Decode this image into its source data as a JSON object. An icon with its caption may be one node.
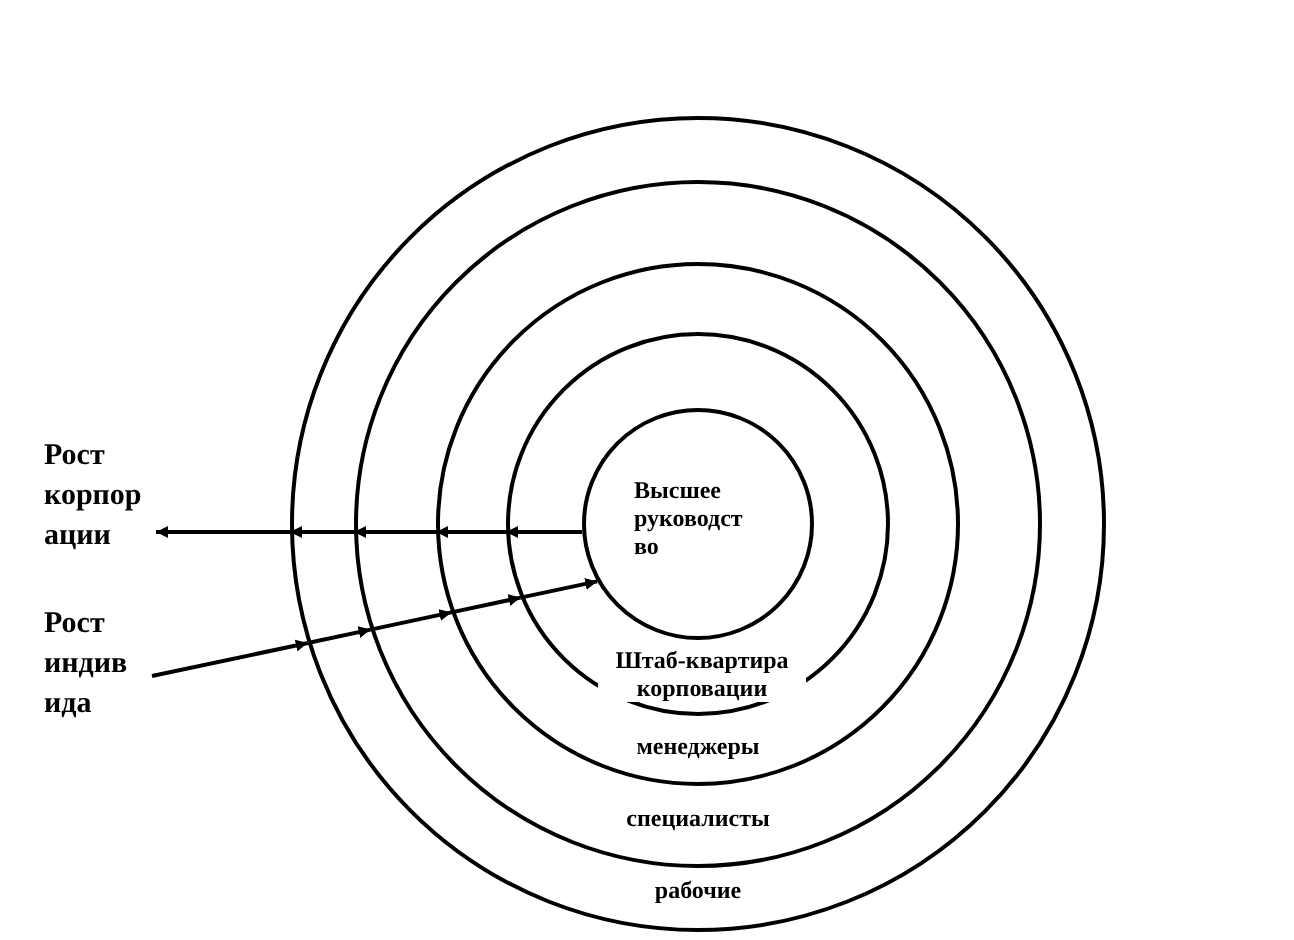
{
  "diagram": {
    "nodes": [
      {
        "text": [
          "рабочие"
        ]
      },
      {
        "text": [
          "специалисты"
        ],
        "in": 0
      },
      {
        "text": [
          "менеджеры"
        ],
        "in": 1
      },
      {
        "text": [
          "Штаб-квартира корповации"
        ],
        "in": 2
      },
      {
        "text": [
          "Высшее руководст во"
        ],
        "in": 3
      },
      {
        "text": [
          "Рост корпор ации"
        ]
      },
      {
        "text": [
          "Рост индив ида"
        ]
      }
    ],
    "edges": [
      {
        "from": 4,
        "to": 3,
        "arrow": "to"
      },
      {
        "from": 3,
        "to": 2,
        "arrow": "to"
      },
      {
        "from": 2,
        "to": 1,
        "arrow": "to"
      },
      {
        "from": 1,
        "to": 0,
        "arrow": "to"
      },
      {
        "from": 0,
        "to": 5,
        "arrow": "to"
      },
      {
        "from": 6,
        "to": 0,
        "arrow": "to"
      },
      {
        "from": 0,
        "to": 1,
        "arrow": "to"
      },
      {
        "from": 1,
        "to": 2,
        "arrow": "to"
      },
      {
        "from": 2,
        "to": 3,
        "arrow": "to"
      },
      {
        "from": 3,
        "to": 4,
        "arrow": "to"
      }
    ]
  }
}
